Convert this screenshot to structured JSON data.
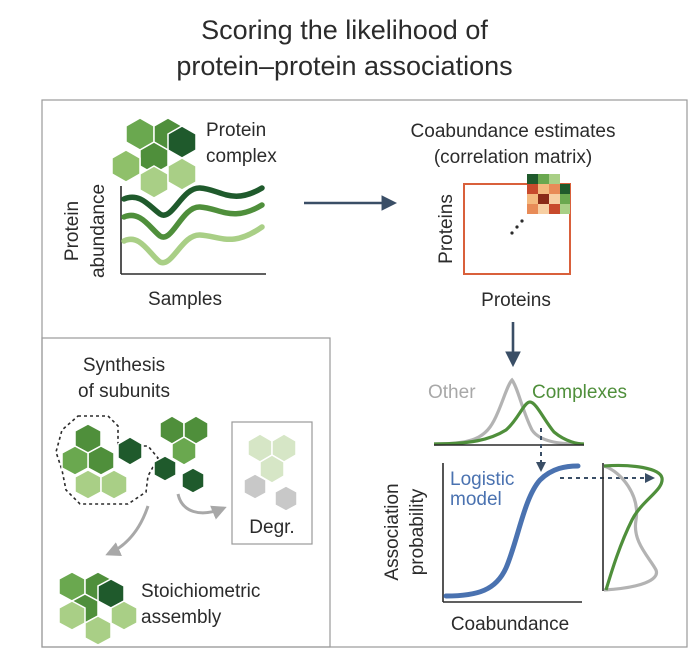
{
  "title": {
    "line1": "Scoring the likelihood of",
    "line2": "protein–protein associations"
  },
  "panel_abundance": {
    "complex_label_line1": "Protein",
    "complex_label_line2": "complex",
    "y_label_line1": "Protein",
    "y_label_line2": "abundance",
    "x_label": "Samples"
  },
  "panel_coabundance": {
    "title_line1": "Coabundance estimates",
    "title_line2": "(correlation matrix)",
    "y_label": "Proteins",
    "x_label": "Proteins"
  },
  "panel_synthesis": {
    "title_line1": "Synthesis",
    "title_line2": "of subunits",
    "degradation_label": "Degr.",
    "assembly_line1": "Stoichiometric",
    "assembly_line2": "assembly"
  },
  "panel_model": {
    "other_label": "Other",
    "complexes_label": "Complexes",
    "model_label_line1": "Logistic",
    "model_label_line2": "model",
    "y_label_line1": "Association",
    "y_label_line2": "probability",
    "x_label": "Coabundance"
  },
  "colors": {
    "dark_green": "#1f5a2c",
    "mid_green": "#4f8f3b",
    "light_green": "#a9cf86",
    "pale_green": "#d6e6c6",
    "gray": "#b3b3b3",
    "blue": "#4a72b0",
    "arrow_navy": "#3a4e66",
    "matrix_red": "#d9603b",
    "text": "#2b2b2b"
  }
}
